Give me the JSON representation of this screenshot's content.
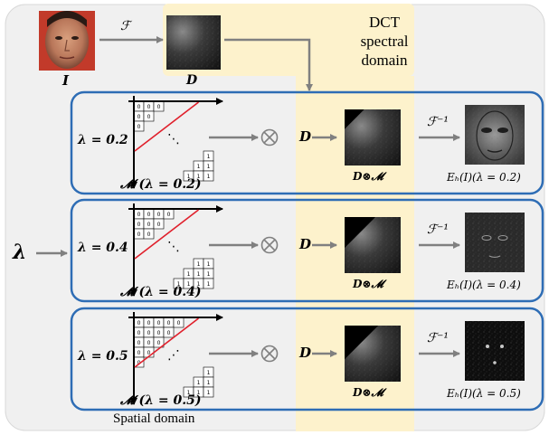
{
  "header": {
    "input_label": "I",
    "fourier_label": "ℱ",
    "spectrum_label": "D",
    "dct_domain_label": "DCT spectral domain"
  },
  "lambda_symbol": "λ",
  "rows": [
    {
      "lambda_text": "λ = 0.2",
      "mask_caption": "𝓜 (λ = 0.2)",
      "multiply_symbol": "⊗",
      "d_symbol": "D",
      "masked_label": "D⊗𝓜",
      "inverse_label": "ℱ⁻¹",
      "output_label": "Eₕ(I)(λ = 0.2)",
      "grid_digits": [
        [
          "0",
          "0",
          "0"
        ],
        [
          "0",
          "0"
        ],
        [
          "0"
        ],
        [],
        [],
        [
          "1"
        ],
        [
          "1",
          "1"
        ],
        [
          "1",
          "1",
          "1"
        ]
      ],
      "ellipsis": "⋱"
    },
    {
      "lambda_text": "λ = 0.4",
      "mask_caption": "𝓜 (λ = 0.4)",
      "multiply_symbol": "⊗",
      "d_symbol": "D",
      "masked_label": "D⊗𝓜",
      "inverse_label": "ℱ⁻¹",
      "output_label": "Eₕ(I)(λ = 0.4)",
      "grid_digits": [
        [
          "0",
          "0",
          "0",
          "0"
        ],
        [
          "0",
          "0",
          "0"
        ],
        [
          "0",
          "0"
        ],
        [],
        [],
        [
          "1",
          "1"
        ],
        [
          "1",
          "1",
          "1"
        ],
        [
          "1",
          "1",
          "1",
          "1"
        ]
      ],
      "ellipsis": "⋱"
    },
    {
      "lambda_text": "λ = 0.5",
      "mask_caption": "𝓜 (λ = 0.5)",
      "multiply_symbol": "⊗",
      "d_symbol": "D",
      "masked_label": "D⊗𝓜",
      "inverse_label": "ℱ⁻¹",
      "output_label": "Eₕ(I)(λ = 0.5)",
      "grid_digits": [
        [
          "0",
          "0",
          "0",
          "0",
          "0"
        ],
        [
          "0",
          "0",
          "0",
          "0"
        ],
        [
          "0",
          "0",
          "0"
        ],
        [
          "0",
          "0"
        ],
        [
          "0"
        ],
        [
          "1"
        ],
        [
          "1",
          "1"
        ],
        [
          "1",
          "1",
          "1"
        ]
      ],
      "ellipsis": "⋰"
    }
  ],
  "footer": {
    "spatial_domain_label": "Spatial domain"
  },
  "colors": {
    "panel_bg": "#f0f0f0",
    "row_border": "#2e6db5",
    "dct_band": "#fdf2cc",
    "arrow": "#808080",
    "diagonal": "#e0202c"
  }
}
